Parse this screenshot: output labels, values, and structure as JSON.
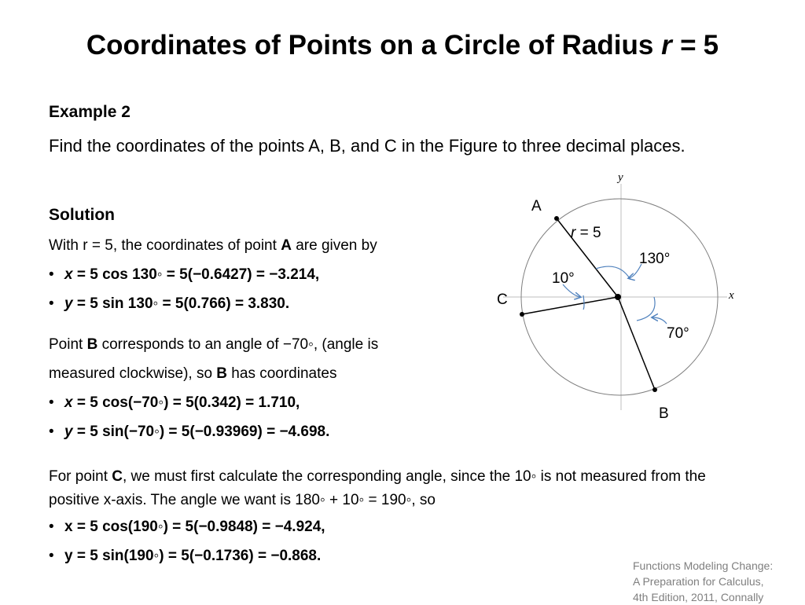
{
  "slide": {
    "title": "Coordinates of Points on a Circle of Radius ",
    "title_var": "r =",
    "title_value": " 5",
    "example_heading": "Example 2",
    "question": "Find the coordinates of the points A, B, and C in the Figure to three decimal places.",
    "solution_heading": "Solution",
    "point_a": {
      "intro_pre": "With r = 5, the coordinates of point ",
      "intro_point": "A",
      "intro_post": " are given by",
      "x_eq": " = 5 cos 130◦ = 5(−0.6427) = −3.214,",
      "y_eq": " = 5 sin 130◦ = 5(0.766) = 3.830."
    },
    "point_b": {
      "line1_pre": "Point ",
      "line1_point": "B",
      "line1_post": " corresponds to an angle of −70◦, (angle is",
      "line2_pre": "measured clockwise), so ",
      "line2_point": "B",
      "line2_post": " has coordinates",
      "x_eq": " = 5 cos(−70◦) = 5(0.342) = 1.710,",
      "y_eq": " = 5 sin(−70◦) = 5(−0.93969) = −4.698."
    },
    "point_c": {
      "intro_pre": "For point ",
      "intro_point": "C",
      "intro_post": ", we must first calculate the corresponding angle, since the 10◦ is not measured from the positive x-axis. The angle we want is 180◦ + 10◦ = 190◦, so",
      "x_eq": "x = 5 cos(190◦) = 5(−0.9848) = −4.924,",
      "y_eq": "y = 5 sin(190◦) = 5(−0.1736) = −0.868."
    },
    "var_x": "x",
    "var_y": "y",
    "bullet": "•",
    "citation": [
      "Functions Modeling Change:",
      "A Preparation for Calculus,",
      "4th Edition, 2011, Connally"
    ]
  },
  "figure": {
    "axis_x": "x",
    "axis_y": "y",
    "label_a": "A",
    "label_b": "B",
    "label_c": "C",
    "radius_var": "r",
    "radius_rest": " = 5",
    "angle_130": "130°",
    "angle_10": "10°",
    "angle_70": "70°",
    "colors": {
      "arrow": "#4f81bd",
      "axis": "#bfbfbf",
      "circle": "#7f7f7f"
    }
  }
}
